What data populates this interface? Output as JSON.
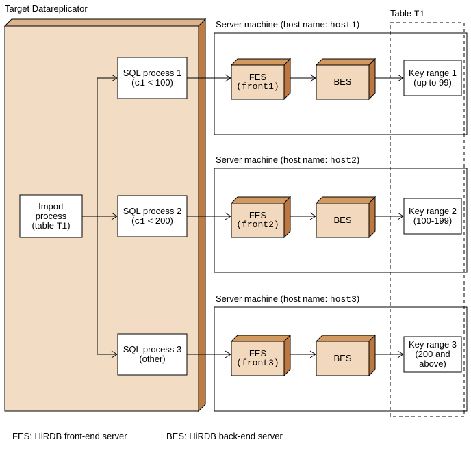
{
  "title": "Target Datareplicator",
  "table_label": {
    "prefix": "Table ",
    "name": "T1"
  },
  "import_box": {
    "line1": "Import",
    "line2": "process",
    "line3_prefix": "(table ",
    "line3_mono": "T1",
    "line3_suffix": ")"
  },
  "rows": [
    {
      "sql": {
        "name": "SQL process 1",
        "cond_pre": "(",
        "cond_mono": "c1",
        "cond_post": " < 100)"
      },
      "server": {
        "label_pre": "Server machine (host name: ",
        "host": "host1",
        "label_post": ")"
      },
      "fes": {
        "name": "FES",
        "instance": "(front1)"
      },
      "bes": {
        "name": "BES"
      },
      "key_range": {
        "text": "Key range 1\n(up to 99)"
      }
    },
    {
      "sql": {
        "name": "SQL process 2",
        "cond_pre": "(",
        "cond_mono": "c1",
        "cond_post": " < 200)"
      },
      "server": {
        "label_pre": "Server machine (host name: ",
        "host": "host2",
        "label_post": ")"
      },
      "fes": {
        "name": "FES",
        "instance": "(front2)"
      },
      "bes": {
        "name": "BES"
      },
      "key_range": {
        "text": "Key range 2\n(100-199)"
      }
    },
    {
      "sql": {
        "name": "SQL process 3",
        "cond_pre": "(other)",
        "cond_mono": "",
        "cond_post": ""
      },
      "server": {
        "label_pre": "Server machine (host name: ",
        "host": "host3",
        "label_post": ")"
      },
      "fes": {
        "name": "FES",
        "instance": "(front3)"
      },
      "bes": {
        "name": "BES"
      },
      "key_range": {
        "text": "Key range 3\n(200 and\nabove)"
      }
    }
  ],
  "legend": {
    "fes": "FES: HiRDB front-end server",
    "bes": "BES: HiRDB back-end server"
  },
  "colors": {
    "background": "#ffffff",
    "replicator_face": "#f2dcc3",
    "replicator_top": "#dcb48b",
    "replicator_side": "#bf7c41",
    "cube_face": "#f2d8bd",
    "cube_top": "#d3985e",
    "cube_side": "#bd7740",
    "line": "#000000"
  }
}
